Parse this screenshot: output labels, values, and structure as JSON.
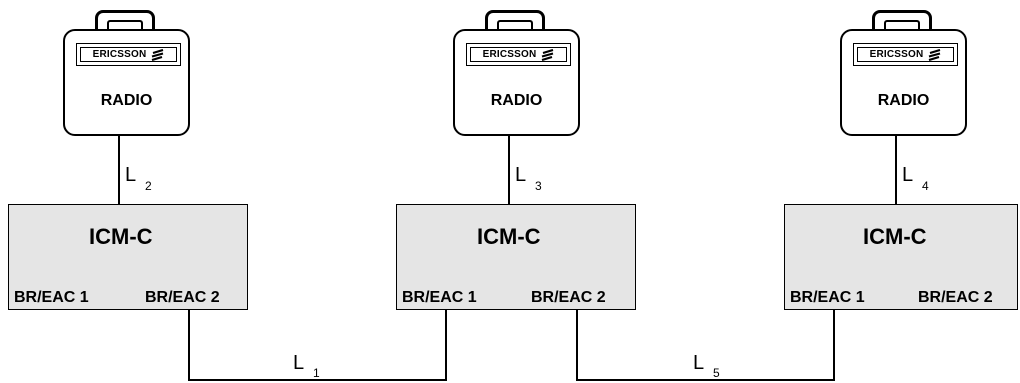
{
  "radios": [
    {
      "brand": "ERICSSON",
      "label": "RADIO"
    },
    {
      "brand": "ERICSSON",
      "label": "RADIO"
    },
    {
      "brand": "ERICSSON",
      "label": "RADIO"
    }
  ],
  "icms": [
    {
      "title": "ICM-C",
      "port1": "BR/EAC 1",
      "port2": "BR/EAC 2"
    },
    {
      "title": "ICM-C",
      "port1": "BR/EAC 1",
      "port2": "BR/EAC 2"
    },
    {
      "title": "ICM-C",
      "port1": "BR/EAC 1",
      "port2": "BR/EAC 2"
    }
  ],
  "links": {
    "l1": {
      "letter": "L",
      "index": "1"
    },
    "l2": {
      "letter": "L",
      "index": "2"
    },
    "l3": {
      "letter": "L",
      "index": "3"
    },
    "l4": {
      "letter": "L",
      "index": "4"
    },
    "l5": {
      "letter": "L",
      "index": "5"
    }
  }
}
